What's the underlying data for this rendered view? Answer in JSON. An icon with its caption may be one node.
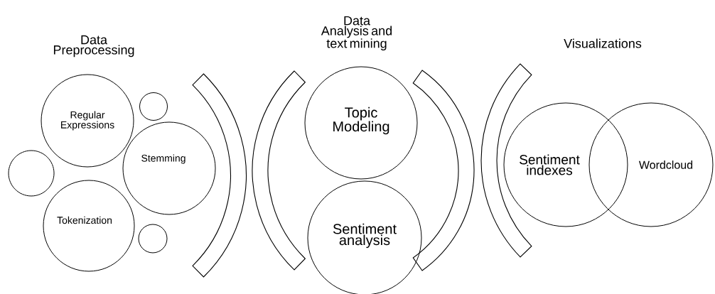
{
  "diagram": {
    "nodes": [
      {
        "text": [
          "Regular Expressions"
        ]
      },
      {
        "text": [],
        "shape": "circle"
      },
      {
        "text": [],
        "shape": "circle"
      },
      {
        "text": [
          "Stemming"
        ]
      },
      {
        "text": [
          "Tokenization"
        ]
      },
      {
        "text": [],
        "shape": "circle"
      },
      {
        "text": [],
        "shape": "bracket"
      },
      {
        "text": [],
        "shape": "bracket"
      },
      {
        "text": [
          "Topic Modeling"
        ]
      },
      {
        "text": [
          "Sentiment analysis"
        ]
      },
      {
        "text": [],
        "shape": "bracket"
      },
      {
        "text": [],
        "shape": "bracket"
      },
      {
        "text": [
          "Sentiment indexes"
        ]
      },
      {
        "text": [
          "Wordcloud"
        ]
      }
    ],
    "edges": [],
    "labels": [
      "Data Preprocessing",
      "Data Analysis and text mining",
      "Visualizations"
    ]
  }
}
